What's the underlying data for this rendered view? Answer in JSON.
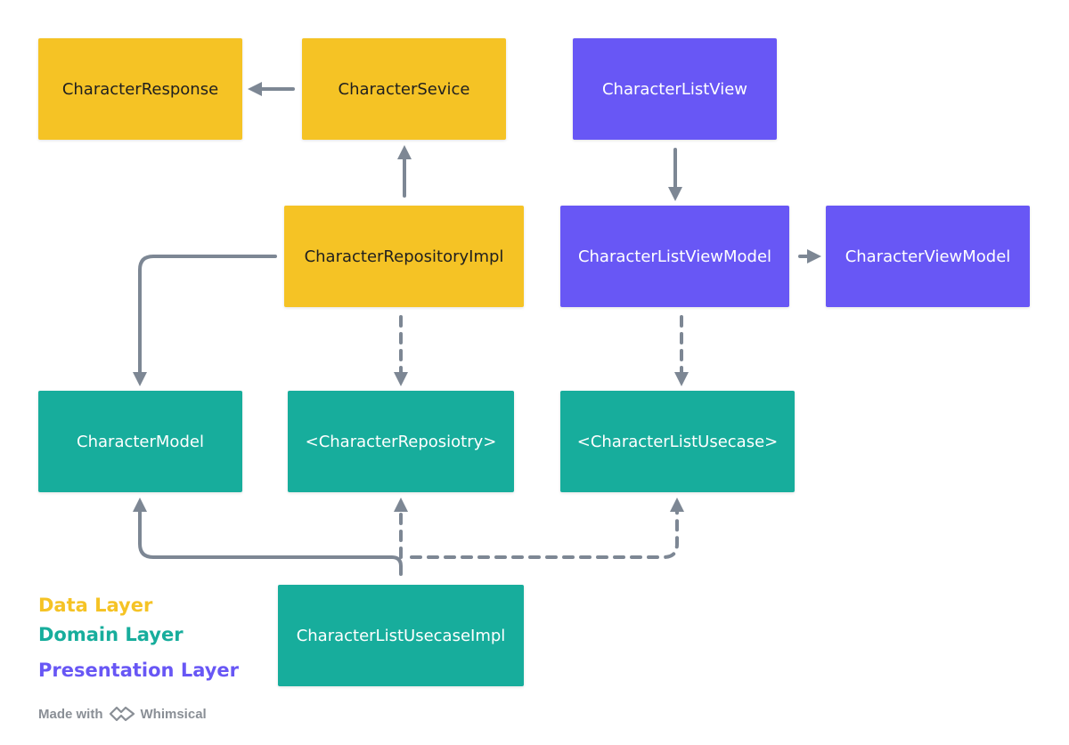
{
  "colors": {
    "data_layer": "#f5c325",
    "domain_layer": "#17ad9c",
    "presentation_layer": "#6857f5",
    "arrow": "#7d8794"
  },
  "nodes": {
    "character_response": "CharacterResponse",
    "character_sevice": "CharacterSevice",
    "character_list_view": "CharacterListView",
    "character_repository_impl": "CharacterRepositoryImpl",
    "character_list_view_model": "CharacterListViewModel",
    "character_view_model": "CharacterViewModel",
    "character_model": "CharacterModel",
    "character_repository_protocol": "<CharacterReposiotry>",
    "character_list_usecase_protocol": "<CharacterListUsecase>",
    "character_list_usecase_impl": "CharacterListUsecaseImpl"
  },
  "legend": {
    "data": "Data Layer",
    "domain": "Domain Layer",
    "presentation": "Presentation Layer"
  },
  "footer": {
    "made_with": "Made with",
    "brand": "Whimsical"
  }
}
